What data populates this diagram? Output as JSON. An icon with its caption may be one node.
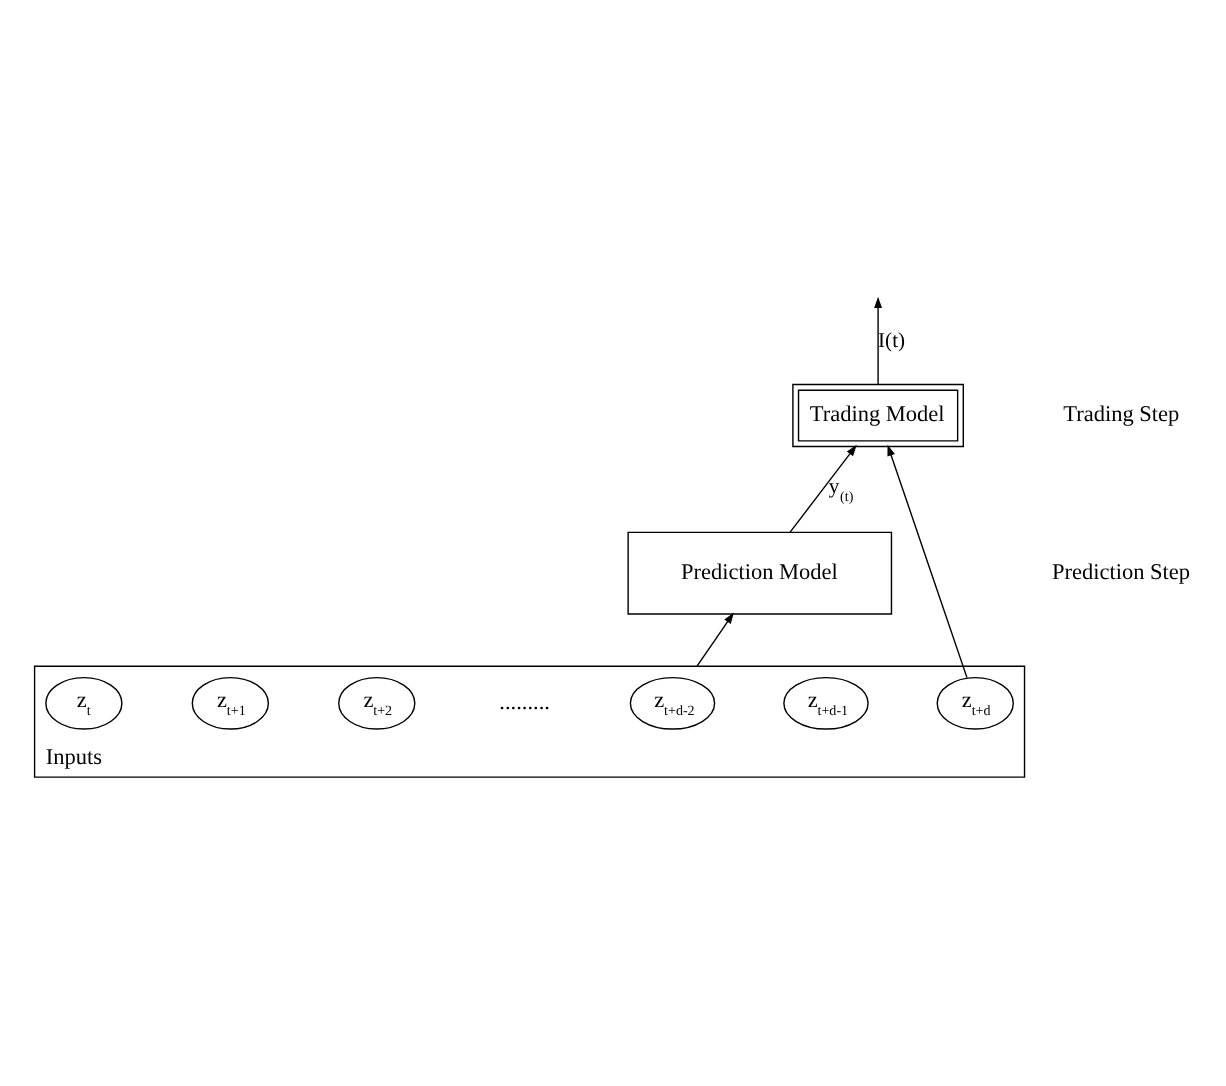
{
  "diagram": {
    "nodes": [
      {
        "text": [
          "Trading Model"
        ]
      },
      {
        "text": [
          "Prediction Model"
        ]
      },
      {
        "text": [
          "Inputs"
        ]
      },
      {
        "text": [
          "z$_{t}$"
        ],
        "in": 2
      },
      {
        "text": [
          "z$_{t+1}$"
        ],
        "in": 2
      },
      {
        "text": [
          "z$_{t+2}$"
        ],
        "in": 2
      },
      {
        "text": [
          "z$_{t+d-2}$"
        ],
        "in": 2
      },
      {
        "text": [
          "z$_{t+d-1}$"
        ],
        "in": 2
      },
      {
        "text": [
          "z$_{t+d}$"
        ],
        "in": 2
      }
    ],
    "edges": [
      {
        "from": 2,
        "to": 1,
        "arrow": "to"
      },
      {
        "from": 1,
        "to": 0,
        "arrow": "to",
        "label": "y$_{(t)}$"
      },
      {
        "from": 0,
        "to": null,
        "arrow": "to",
        "label": "I(t)"
      },
      {
        "from": 8,
        "to": 0,
        "arrow": "to"
      }
    ],
    "labels": [
      "Trading Step",
      "Prediction Step",
      "........."
    ]
  }
}
